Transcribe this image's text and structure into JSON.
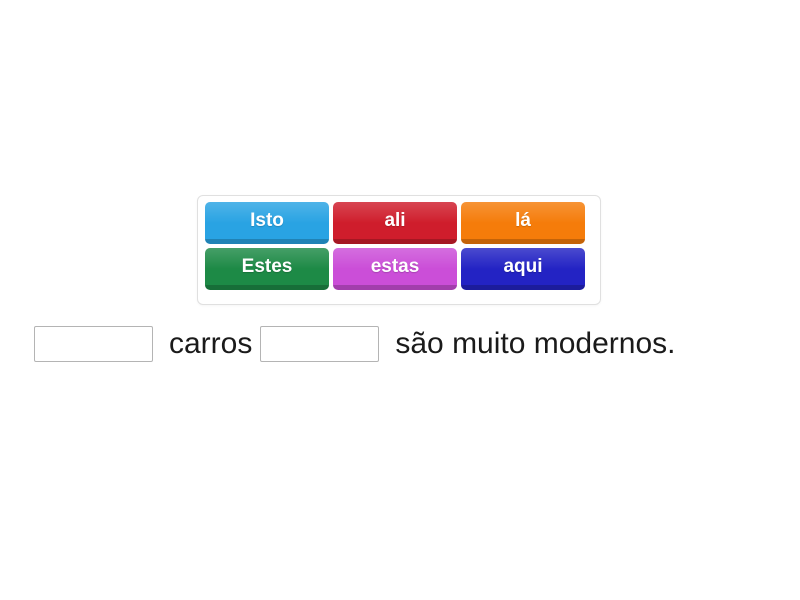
{
  "activity": {
    "type": "fill-in-the-blank",
    "language": "pt",
    "word_bank": {
      "name": "word-bank",
      "tiles": [
        {
          "label": "Isto",
          "color": "#29a3e3",
          "text_color": "#ffffff",
          "row": 1,
          "column": 1
        },
        {
          "label": "ali",
          "color": "#cf1d2c",
          "text_color": "#ffffff",
          "row": 1,
          "column": 2
        },
        {
          "label": "lá",
          "color": "#f57c0a",
          "text_color": "#ffffff",
          "row": 1,
          "column": 3
        },
        {
          "label": "Estes",
          "color": "#1d8a46",
          "text_color": "#ffffff",
          "row": 2,
          "column": 1
        },
        {
          "label": "estas",
          "color": "#cb4ed8",
          "text_color": "#ffffff",
          "row": 2,
          "column": 2
        },
        {
          "label": "aqui",
          "color": "#2323c4",
          "text_color": "#ffffff",
          "row": 2,
          "column": 3
        }
      ]
    },
    "sentence": {
      "full_text": "______ carros ______ são muito modernos.",
      "parts": [
        {
          "kind": "blank",
          "index": 1,
          "value": "",
          "placeholder": ""
        },
        {
          "kind": "text",
          "value": "carros"
        },
        {
          "kind": "blank",
          "index": 2,
          "value": "",
          "placeholder": ""
        },
        {
          "kind": "text",
          "value": "são muito modernos."
        }
      ],
      "segment_1": "carros",
      "segment_2": "são muito modernos."
    },
    "colors": {
      "page_background": "#ffffff",
      "panel_border": "#e0e0e0",
      "blank_border": "#b4b4b4",
      "sentence_text": "#1a1a1a"
    }
  }
}
